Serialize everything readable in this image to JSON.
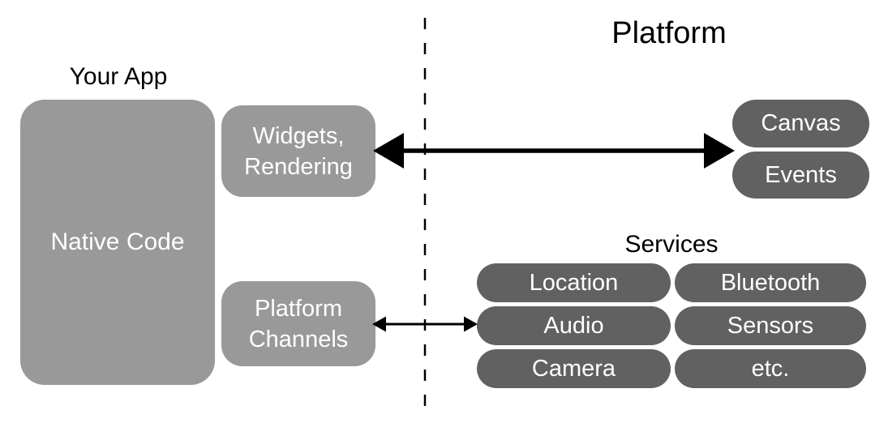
{
  "labels": {
    "your_app": "Your App",
    "platform": "Platform",
    "services": "Services"
  },
  "boxes": {
    "native_code": "Native Code",
    "widgets_rendering": {
      "line1": "Widgets,",
      "line2": "Rendering"
    },
    "platform_channels": {
      "line1": "Platform",
      "line2": "Channels"
    }
  },
  "platform_pills": {
    "canvas": "Canvas",
    "events": "Events"
  },
  "service_pills": [
    "Location",
    "Bluetooth",
    "Audio",
    "Sensors",
    "Camera",
    "etc."
  ],
  "colors": {
    "app_box": "#999999",
    "platform_pill": "#616161",
    "box_text": "#ffffff",
    "label_text": "#000000",
    "line": "#000000"
  }
}
